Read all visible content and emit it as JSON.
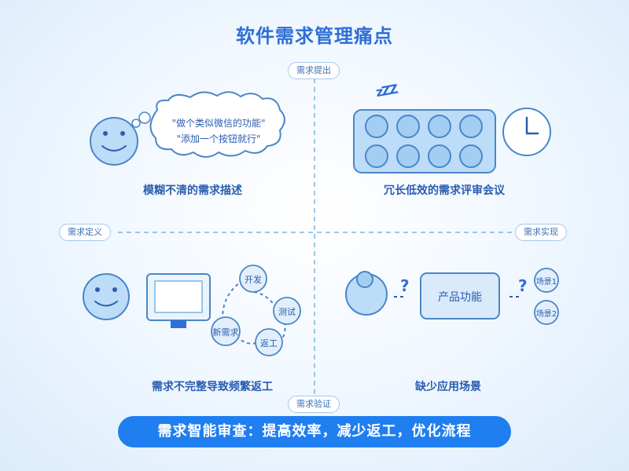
{
  "title": "软件需求管理痛点",
  "stages": {
    "top": "需求提出",
    "left": "需求定义",
    "right": "需求实现",
    "bottom": "需求验证"
  },
  "quadrants": {
    "top_left": {
      "caption": "模糊不清的需求描述",
      "bubble_lines": [
        "\"做个类似微信的功能\"",
        "\"添加一个按钮就行\""
      ]
    },
    "top_right": {
      "caption": "冗长低效的需求评审会议",
      "sleep_text": "zZZ"
    },
    "bottom_left": {
      "caption": "需求不完整导致频繁返工",
      "cycle": [
        "开发",
        "测试",
        "返工",
        "新需求"
      ]
    },
    "bottom_right": {
      "caption": "缺少应用场景",
      "box_label": "产品功能",
      "question_mark": "?",
      "scenes": [
        "场景1",
        "场景2"
      ]
    }
  },
  "banner": "需求智能审查：提高效率，减少返工，优化流程",
  "colors": {
    "accent": "#1f7ef0",
    "stroke": "#4a86c8",
    "fill": "#bcdcf8",
    "dash": "#7ab6e0"
  }
}
